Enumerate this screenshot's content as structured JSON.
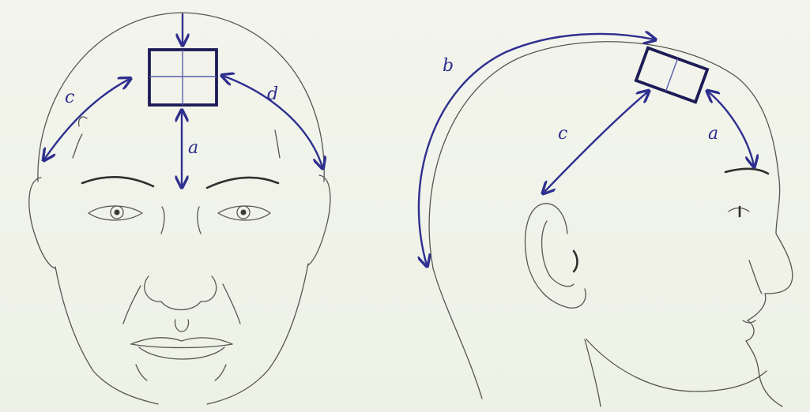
{
  "labels": {
    "front": {
      "a": "a",
      "c": "c",
      "d": "d"
    },
    "side": {
      "b": "b",
      "c": "c",
      "a": "a"
    }
  },
  "colors": {
    "ink": "#2e2f8f",
    "ink_dark": "#1d1c57",
    "pencil": "#555652",
    "paper": "#f1f3ea"
  }
}
